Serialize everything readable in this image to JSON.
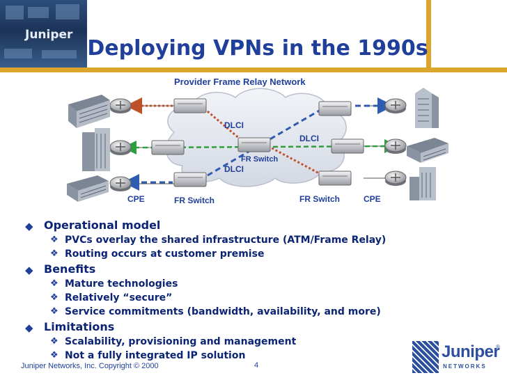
{
  "slide": {
    "title": "Deploying VPNs in the 1990s",
    "logo_photo_text": "Juniper",
    "footer": "Juniper Networks, Inc. Copyright © 2000",
    "page_number": "4",
    "brand": {
      "name": "Juniper",
      "sub": "NETWORKS",
      "reg": "®"
    }
  },
  "diagram": {
    "network_label": "Provider Frame Relay Network",
    "dlci_top": "DLCI",
    "dlci_right": "DLCI",
    "dlci_bottom": "DLCI",
    "core_switch_label": "FR Switch",
    "cpe_left": "CPE",
    "fr_switch_left": "FR Switch",
    "fr_switch_right": "FR Switch",
    "cpe_right": "CPE",
    "colors": {
      "pvc_1": "#c0502a",
      "pvc_2": "#2f9e3e",
      "pvc_3": "#2f5bb0",
      "cloud": "#dfe3ec"
    }
  },
  "bullets": [
    {
      "text": "Operational model",
      "subs": [
        "PVCs overlay the shared infrastructure (ATM/Frame Relay)",
        "Routing occurs at customer premise"
      ]
    },
    {
      "text": "Benefits",
      "subs": [
        "Mature technologies",
        "Relatively “secure”",
        "Service commitments (bandwidth, availability, and more)"
      ]
    },
    {
      "text": "Limitations",
      "subs": [
        "Scalability, provisioning and management",
        "Not a fully integrated IP solution"
      ]
    }
  ],
  "markers": {
    "level1": "◆",
    "level2": "❖"
  }
}
